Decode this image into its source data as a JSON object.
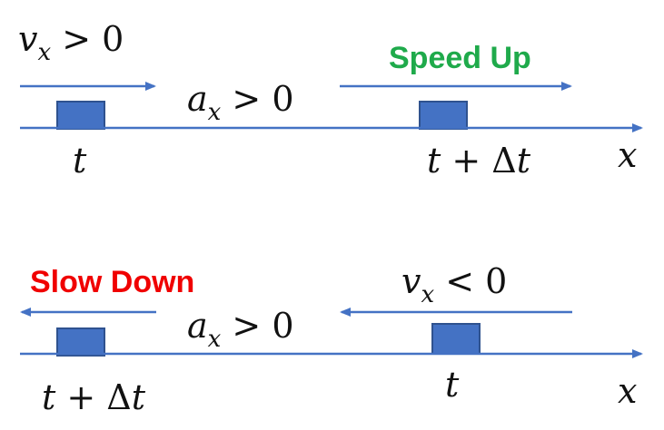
{
  "colors": {
    "axis": "#4472C4",
    "block": "#4472C4",
    "block_border": "#2F528F",
    "speed_up": "#1FAA4B",
    "slow_down": "#F00000"
  },
  "top_panel": {
    "velocity": {
      "var": "v",
      "sub": "x",
      "rel": " > 0"
    },
    "acceleration": {
      "var": "a",
      "sub": "x",
      "rel": " > 0"
    },
    "label": "Speed Up",
    "time_start": "t",
    "time_end": {
      "t": "t",
      "rest": " + Δ",
      "t2": "t"
    },
    "axis_label": "x"
  },
  "bottom_panel": {
    "velocity": {
      "var": "v",
      "sub": "x",
      "rel": " < 0"
    },
    "acceleration": {
      "var": "a",
      "sub": "x",
      "rel": " > 0"
    },
    "label": "Slow Down",
    "time_start": "t",
    "time_end": {
      "t": "t",
      "rest": " + Δ",
      "t2": "t"
    },
    "axis_label": "x"
  }
}
